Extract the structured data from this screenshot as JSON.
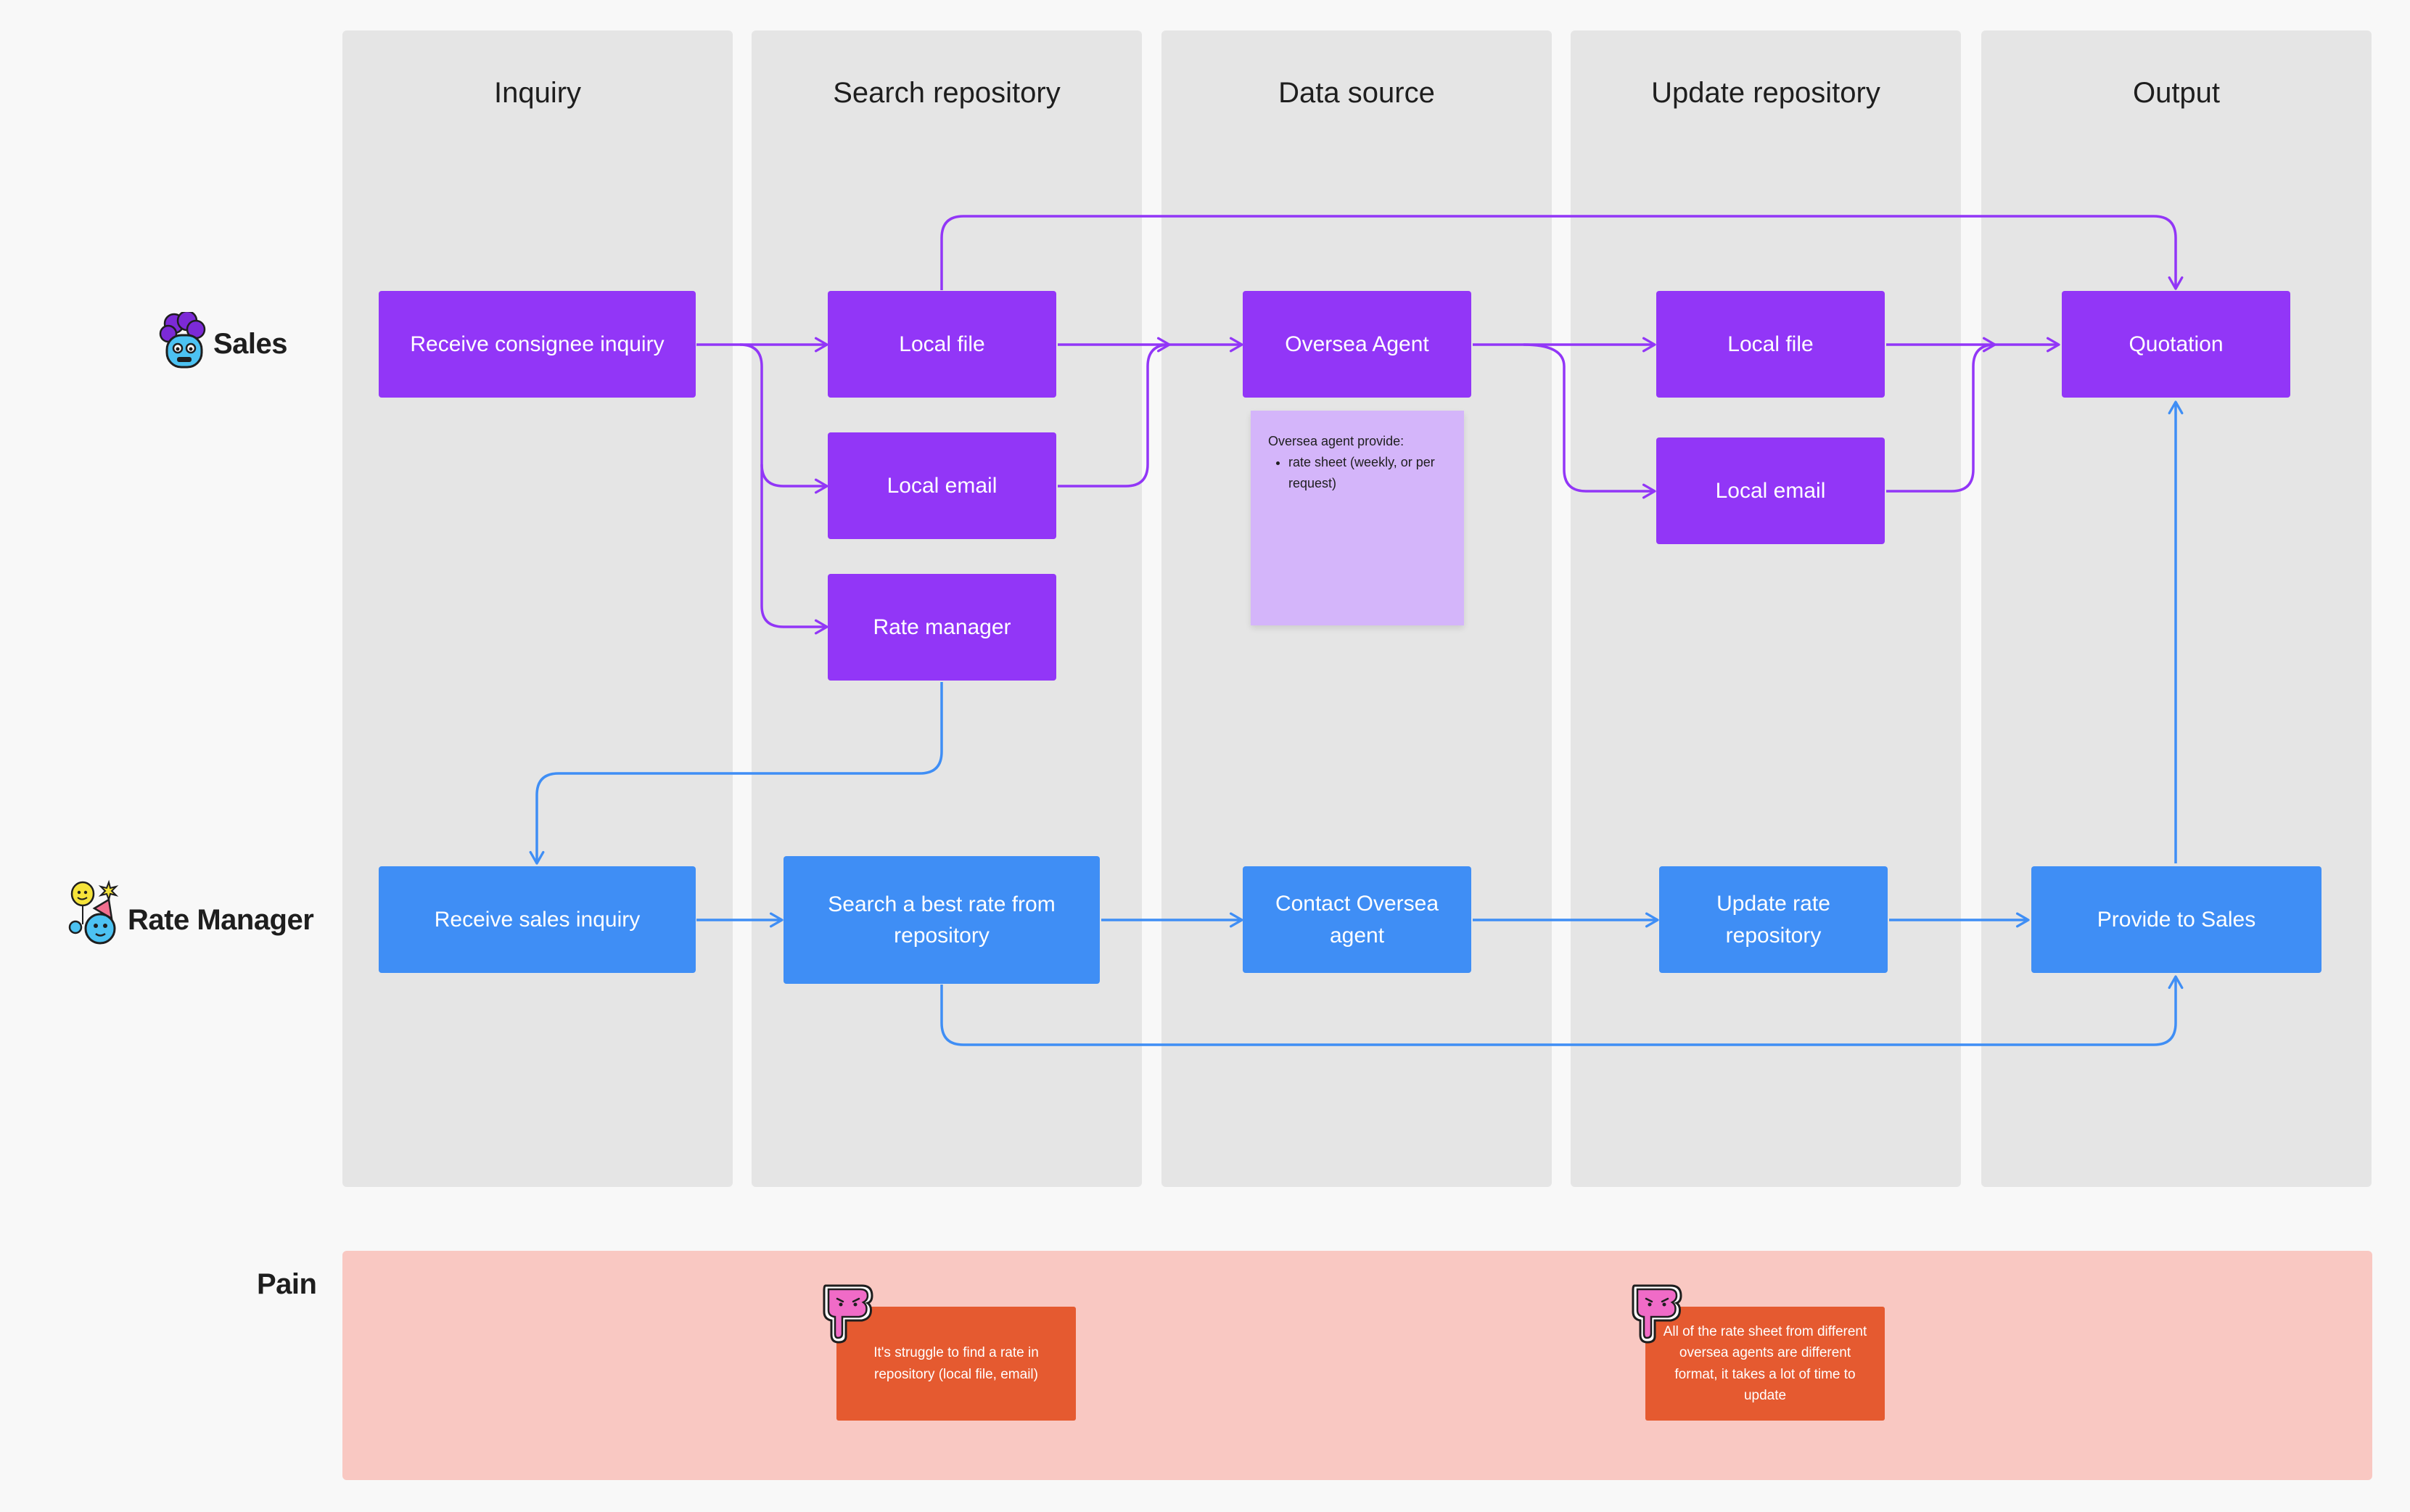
{
  "columns": [
    "Inquiry",
    "Search repository",
    "Data source",
    "Update repository",
    "Output"
  ],
  "rows": {
    "sales": "Sales",
    "rate_manager": "Rate Manager",
    "pain": "Pain"
  },
  "sales_nodes": {
    "receive_consignee_inquiry": "Receive consignee inquiry",
    "local_file_search": "Local file",
    "local_email_search": "Local email",
    "rate_manager": "Rate manager",
    "oversea_agent": "Oversea Agent",
    "local_file_update": "Local file",
    "local_email_update": "Local email",
    "quotation": "Quotation"
  },
  "rate_nodes": {
    "receive_sales_inquiry": "Receive sales inquiry",
    "search_best_rate": "Search a best rate from repository",
    "contact_oversea_agent": "Contact Oversea agent",
    "update_rate_repository": "Update rate repository",
    "provide_to_sales": "Provide to Sales"
  },
  "sticky_note": {
    "heading": "Oversea agent provide:",
    "bullets": [
      "rate sheet (weekly, or per request)"
    ]
  },
  "pain_points": [
    "It's struggle to find a rate in repository (local file, email)",
    "All of the rate sheet from different oversea agents are different format, it takes a lot of time to update"
  ],
  "colors": {
    "sales_node": "#9236f7",
    "rate_node": "#3f8ef5",
    "sales_arrow": "#9236f7",
    "rate_arrow": "#3f8ef5",
    "lane": "#e5e5e5",
    "pain_band": "#f9c8c2",
    "pain_note": "#e55a30",
    "sticky": "#d4b5fa"
  }
}
